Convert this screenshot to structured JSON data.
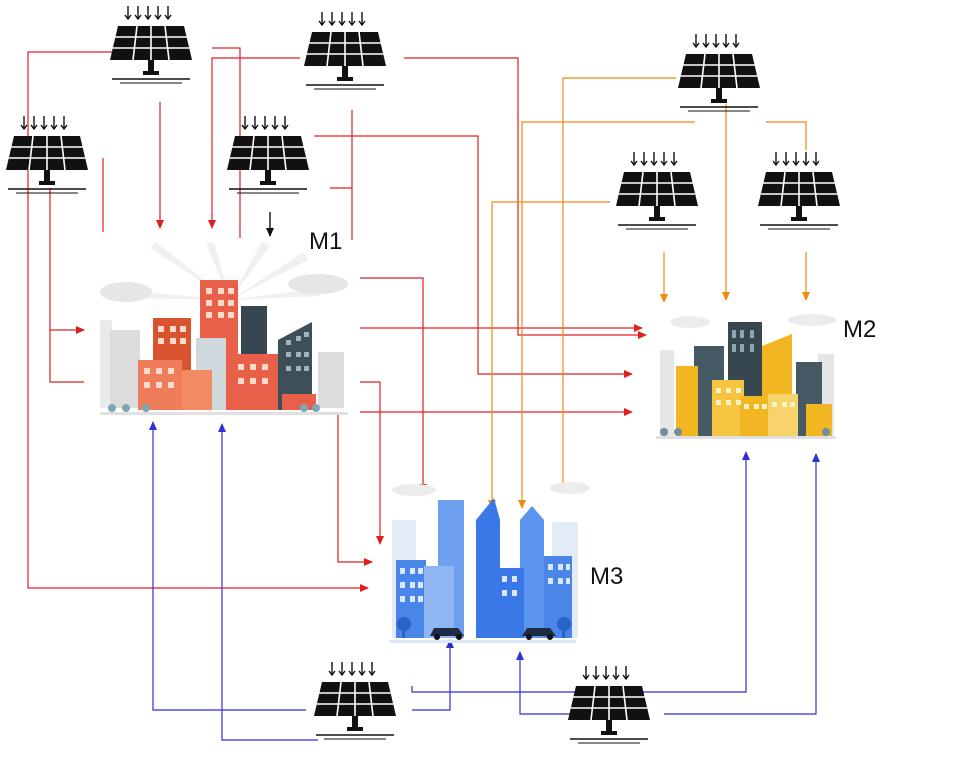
{
  "labels": {
    "m1": "M1",
    "m2": "M2",
    "m3": "M3"
  },
  "colors": {
    "m1_links": "#e02020",
    "m2_links": "#ef8a12",
    "m3_links": "#2f2fd8",
    "panel": "#111111",
    "m1_buildings": "#e8604a",
    "m2_buildings": "#f2b623",
    "m3_buildings": "#4a86e8"
  },
  "icons": {
    "panel": "solar-panel-icon",
    "sun_rays": "sunlight-arrows-icon",
    "city": "city-skyline-icon"
  }
}
